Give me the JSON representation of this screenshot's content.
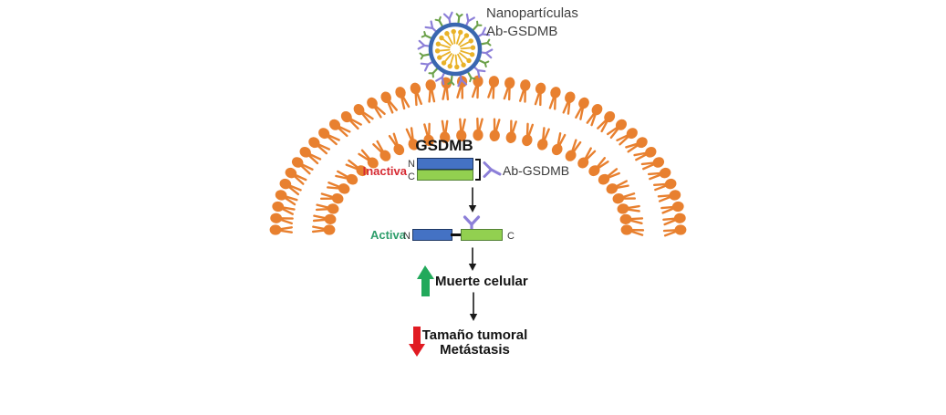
{
  "labels": {
    "nanoparticle_line1": "Nanopartículas",
    "nanoparticle_line2": "Ab-GSDMB",
    "protein_title": "GSDMB",
    "inactive_state": "Inactiva",
    "active_state": "Activa",
    "n_terminus": "N",
    "c_terminus": "C",
    "antibody": "Ab-GSDMB",
    "outcome_cell_death": "Muerte celular",
    "outcome_tumor_size": "Tamaño tumoral",
    "outcome_metastasis": "Metástasis"
  },
  "colors": {
    "membrane_orange": "#E8802F",
    "nanoparticle_ring_blue": "#3A67B0",
    "nanoparticle_core_gold": "#E9B228",
    "antibody_purple": "#8C7FD8",
    "nanoparticle_spike_green": "#6CA14A",
    "ntd_blue": "#4472C4",
    "ntd_blue_border": "#1F3864",
    "ctd_green": "#92D050",
    "ctd_green_border": "#538135",
    "inactive_red": "#D62B33",
    "active_green": "#2E9E6B",
    "up_arrow_green": "#22A95B",
    "down_arrow_red": "#E11B22",
    "flow_arrow_black": "#1A1A1A"
  }
}
